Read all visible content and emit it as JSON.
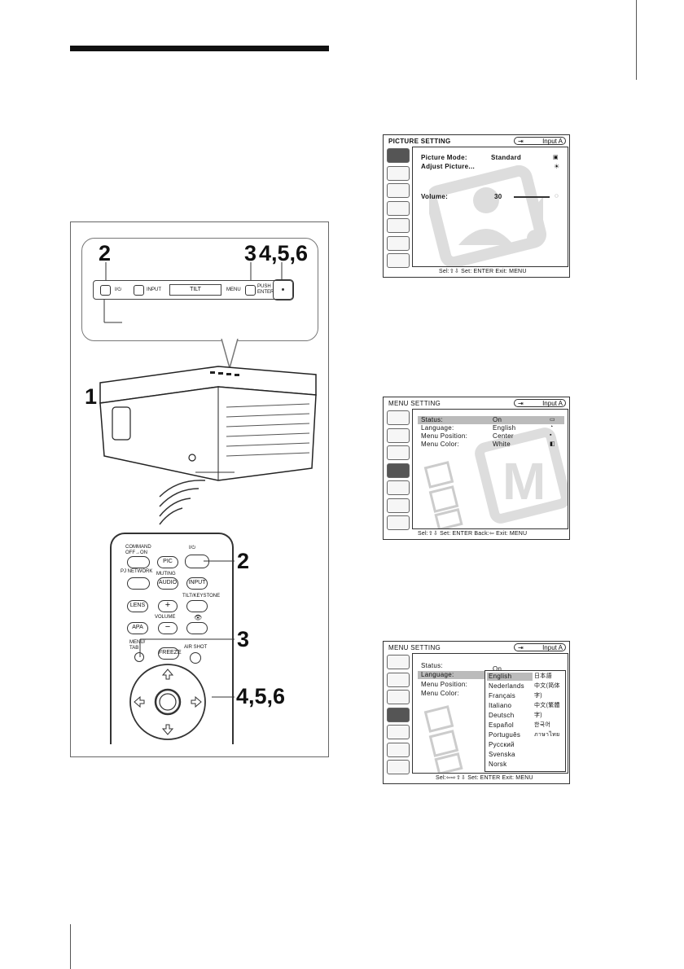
{
  "diagram": {
    "callout_num_power": "2",
    "callout_num_menu": "3",
    "callout_num_arrows": "4,5,6",
    "panel": {
      "power_symbol": "I/⏻",
      "input_label": "INPUT",
      "tilt_label": "TILT",
      "menu_label": "MENU",
      "push_enter_label": "PUSH ENTER"
    },
    "step1": "1",
    "remote": {
      "command_label": "COMMAND",
      "off_on_label": "OFF→ON",
      "pic_label": "PIC",
      "power_symbol": "I/⏻",
      "pj_network_label": "PJ NETWORK",
      "muting_label": "MUTING",
      "audio_label": "AUDIO",
      "input_label": "INPUT",
      "tilt_keystone_label": "TILT/KEYSTONE",
      "lens_label": "LENS",
      "volume_label": "VOLUME",
      "plus": "+",
      "minus": "−",
      "apa_label": "APA",
      "menu_tab_label": "MENU/ TAB",
      "freeze_label": "FREEZE",
      "air_shot_label": "AIR SHOT"
    },
    "remote_num_power": "2",
    "remote_num_menu": "3",
    "remote_num_arrows": "4,5,6"
  },
  "screen1": {
    "title": "PICTURE SETTING",
    "input": "Input A",
    "rows": [
      {
        "label": "Picture Mode:",
        "value": "Standard"
      },
      {
        "label": "Adjust Picture...",
        "value": ""
      },
      {
        "label": "Volume:",
        "value": "30"
      }
    ],
    "foot": "Sel:⇧⇩   Set: ENTER   Exit: MENU"
  },
  "screen2": {
    "title": "MENU SETTING",
    "input": "Input A",
    "rows": [
      {
        "label": "Status:",
        "value": "On"
      },
      {
        "label": "Language:",
        "value": "English"
      },
      {
        "label": "Menu Position:",
        "value": "Center"
      },
      {
        "label": "Menu Color:",
        "value": "White"
      }
    ],
    "foot": "Sel:⇧⇩   Set: ENTER   Back:⇦   Exit: MENU"
  },
  "screen3": {
    "title": "MENU SETTING",
    "input": "Input A",
    "rows": [
      {
        "label": "Status:",
        "value": "On"
      },
      {
        "label": "Language:",
        "value": ""
      },
      {
        "label": "Menu Position:",
        "value": ""
      },
      {
        "label": "Menu Color:",
        "value": ""
      }
    ],
    "languages_left": [
      "English",
      "Nederlands",
      "Français",
      "Italiano",
      "Deutsch",
      "Español",
      "Português",
      "Русский",
      "Svenska",
      "Norsk"
    ],
    "languages_right": [
      "日本語",
      "中文(简体字)",
      "中文(繁體字)",
      "한국어",
      "ภาษาไทย"
    ],
    "foot": "Sel:⇦⇨⇧⇩   Set: ENTER   Exit: MENU"
  }
}
